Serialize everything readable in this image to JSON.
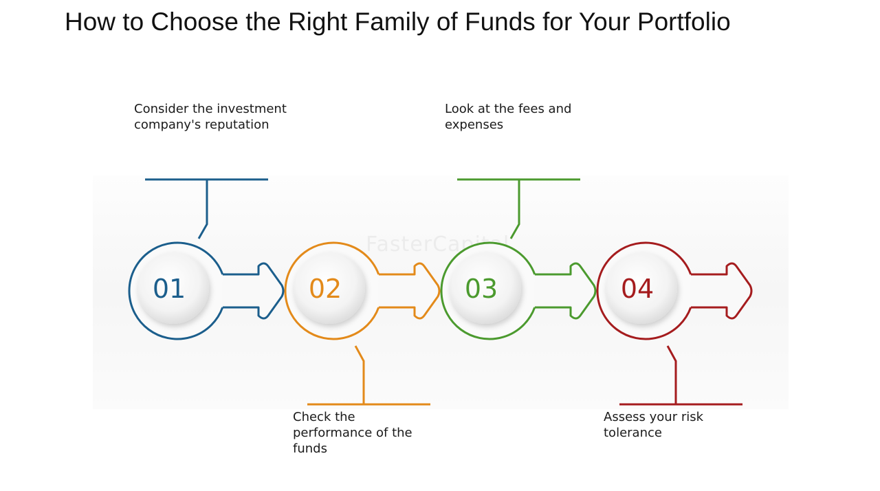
{
  "title": "How to Choose the Right Family of Funds for Your Portfolio",
  "watermark": "FasterCapital",
  "steps": [
    {
      "number": "01",
      "text": "Consider the investment company's reputation",
      "color": "#1b5e8c"
    },
    {
      "number": "02",
      "text": "Check the performance of the funds",
      "color": "#e38a1a"
    },
    {
      "number": "03",
      "text": "Look at the fees and expenses",
      "color": "#4b9a2e"
    },
    {
      "number": "04",
      "text": "Assess your risk tolerance",
      "color": "#a51c1e"
    }
  ]
}
